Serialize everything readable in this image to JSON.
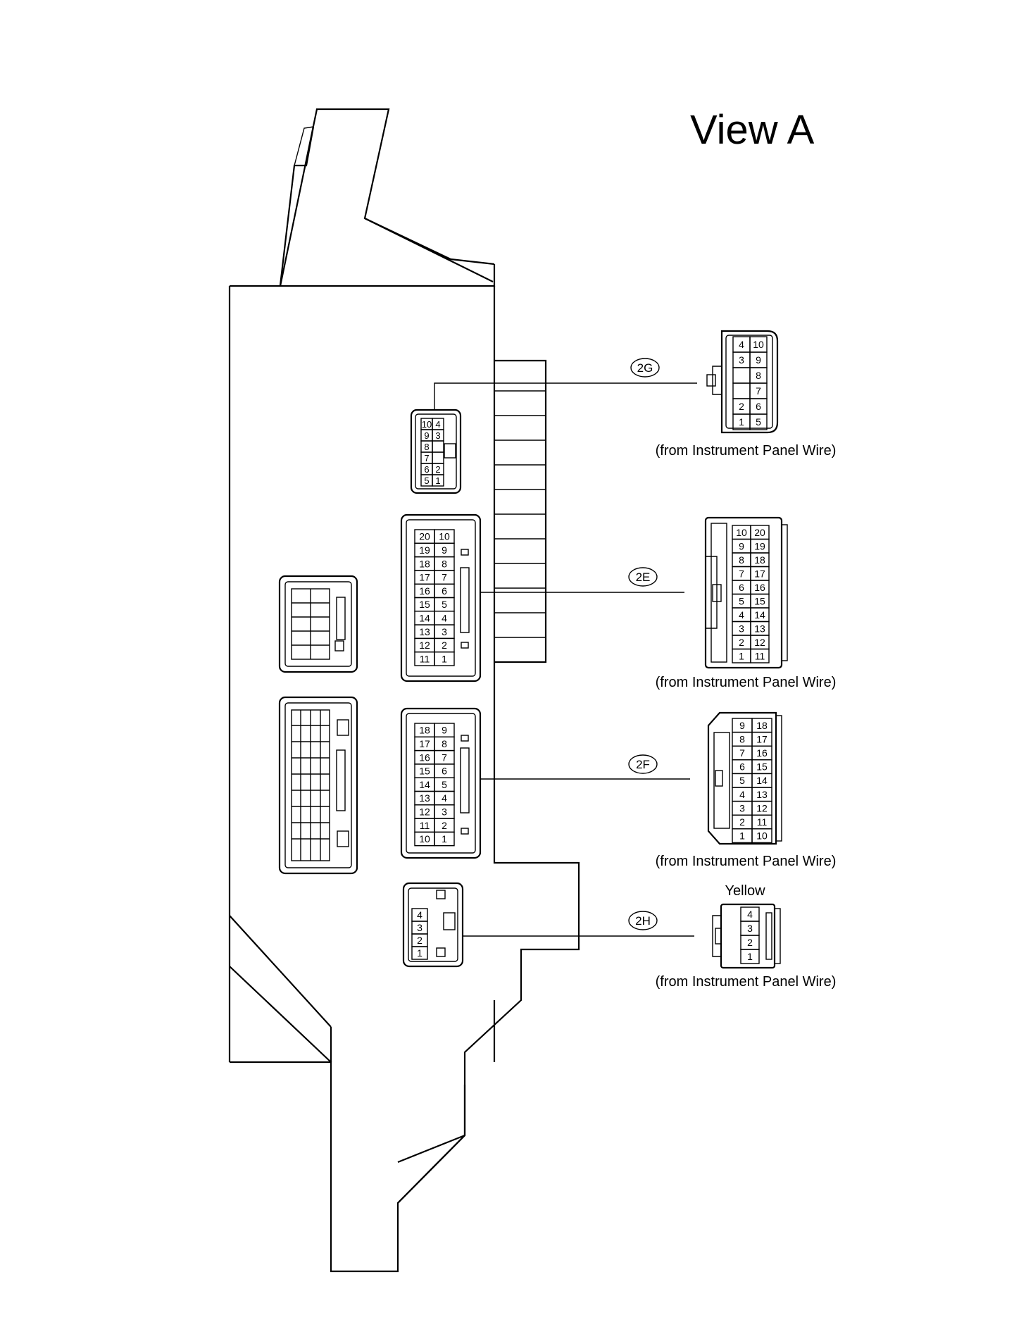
{
  "title": "View A",
  "connectors": [
    {
      "id": "2G",
      "tag": "2G",
      "caption": "(from Instrument Panel Wire)",
      "block_pins": [
        [
          "10",
          "4"
        ],
        [
          "9",
          "3"
        ],
        [
          "8",
          ""
        ],
        [
          "7",
          ""
        ],
        [
          "6",
          "2"
        ],
        [
          "5",
          "1"
        ]
      ],
      "wire_pins": [
        [
          "4",
          "10"
        ],
        [
          "3",
          "9"
        ],
        [
          "",
          "8"
        ],
        [
          "",
          "7"
        ],
        [
          "2",
          "6"
        ],
        [
          "1",
          "5"
        ]
      ]
    },
    {
      "id": "2E",
      "tag": "2E",
      "caption": "(from Instrument Panel Wire)",
      "block_pins": [
        [
          "20",
          "10"
        ],
        [
          "19",
          "9"
        ],
        [
          "18",
          "8"
        ],
        [
          "17",
          "7"
        ],
        [
          "16",
          "6"
        ],
        [
          "15",
          "5"
        ],
        [
          "14",
          "4"
        ],
        [
          "13",
          "3"
        ],
        [
          "12",
          "2"
        ],
        [
          "11",
          "1"
        ]
      ],
      "wire_pins": [
        [
          "10",
          "20"
        ],
        [
          "9",
          "19"
        ],
        [
          "8",
          "18"
        ],
        [
          "7",
          "17"
        ],
        [
          "6",
          "16"
        ],
        [
          "5",
          "15"
        ],
        [
          "4",
          "14"
        ],
        [
          "3",
          "13"
        ],
        [
          "2",
          "12"
        ],
        [
          "1",
          "11"
        ]
      ]
    },
    {
      "id": "2F",
      "tag": "2F",
      "caption": "(from Instrument Panel Wire)",
      "block_pins": [
        [
          "18",
          "9"
        ],
        [
          "17",
          "8"
        ],
        [
          "16",
          "7"
        ],
        [
          "15",
          "6"
        ],
        [
          "14",
          "5"
        ],
        [
          "13",
          "4"
        ],
        [
          "12",
          "3"
        ],
        [
          "11",
          "2"
        ],
        [
          "10",
          "1"
        ]
      ],
      "wire_pins": [
        [
          "9",
          "18"
        ],
        [
          "8",
          "17"
        ],
        [
          "7",
          "16"
        ],
        [
          "6",
          "15"
        ],
        [
          "5",
          "14"
        ],
        [
          "4",
          "13"
        ],
        [
          "3",
          "12"
        ],
        [
          "2",
          "11"
        ],
        [
          "1",
          "10"
        ]
      ]
    },
    {
      "id": "2H",
      "tag": "2H",
      "caption": "(from Instrument Panel Wire)",
      "color_note": "Yellow",
      "block_pins": [
        "4",
        "3",
        "2",
        "1"
      ],
      "wire_pins": [
        "4",
        "3",
        "2",
        "1"
      ]
    }
  ]
}
